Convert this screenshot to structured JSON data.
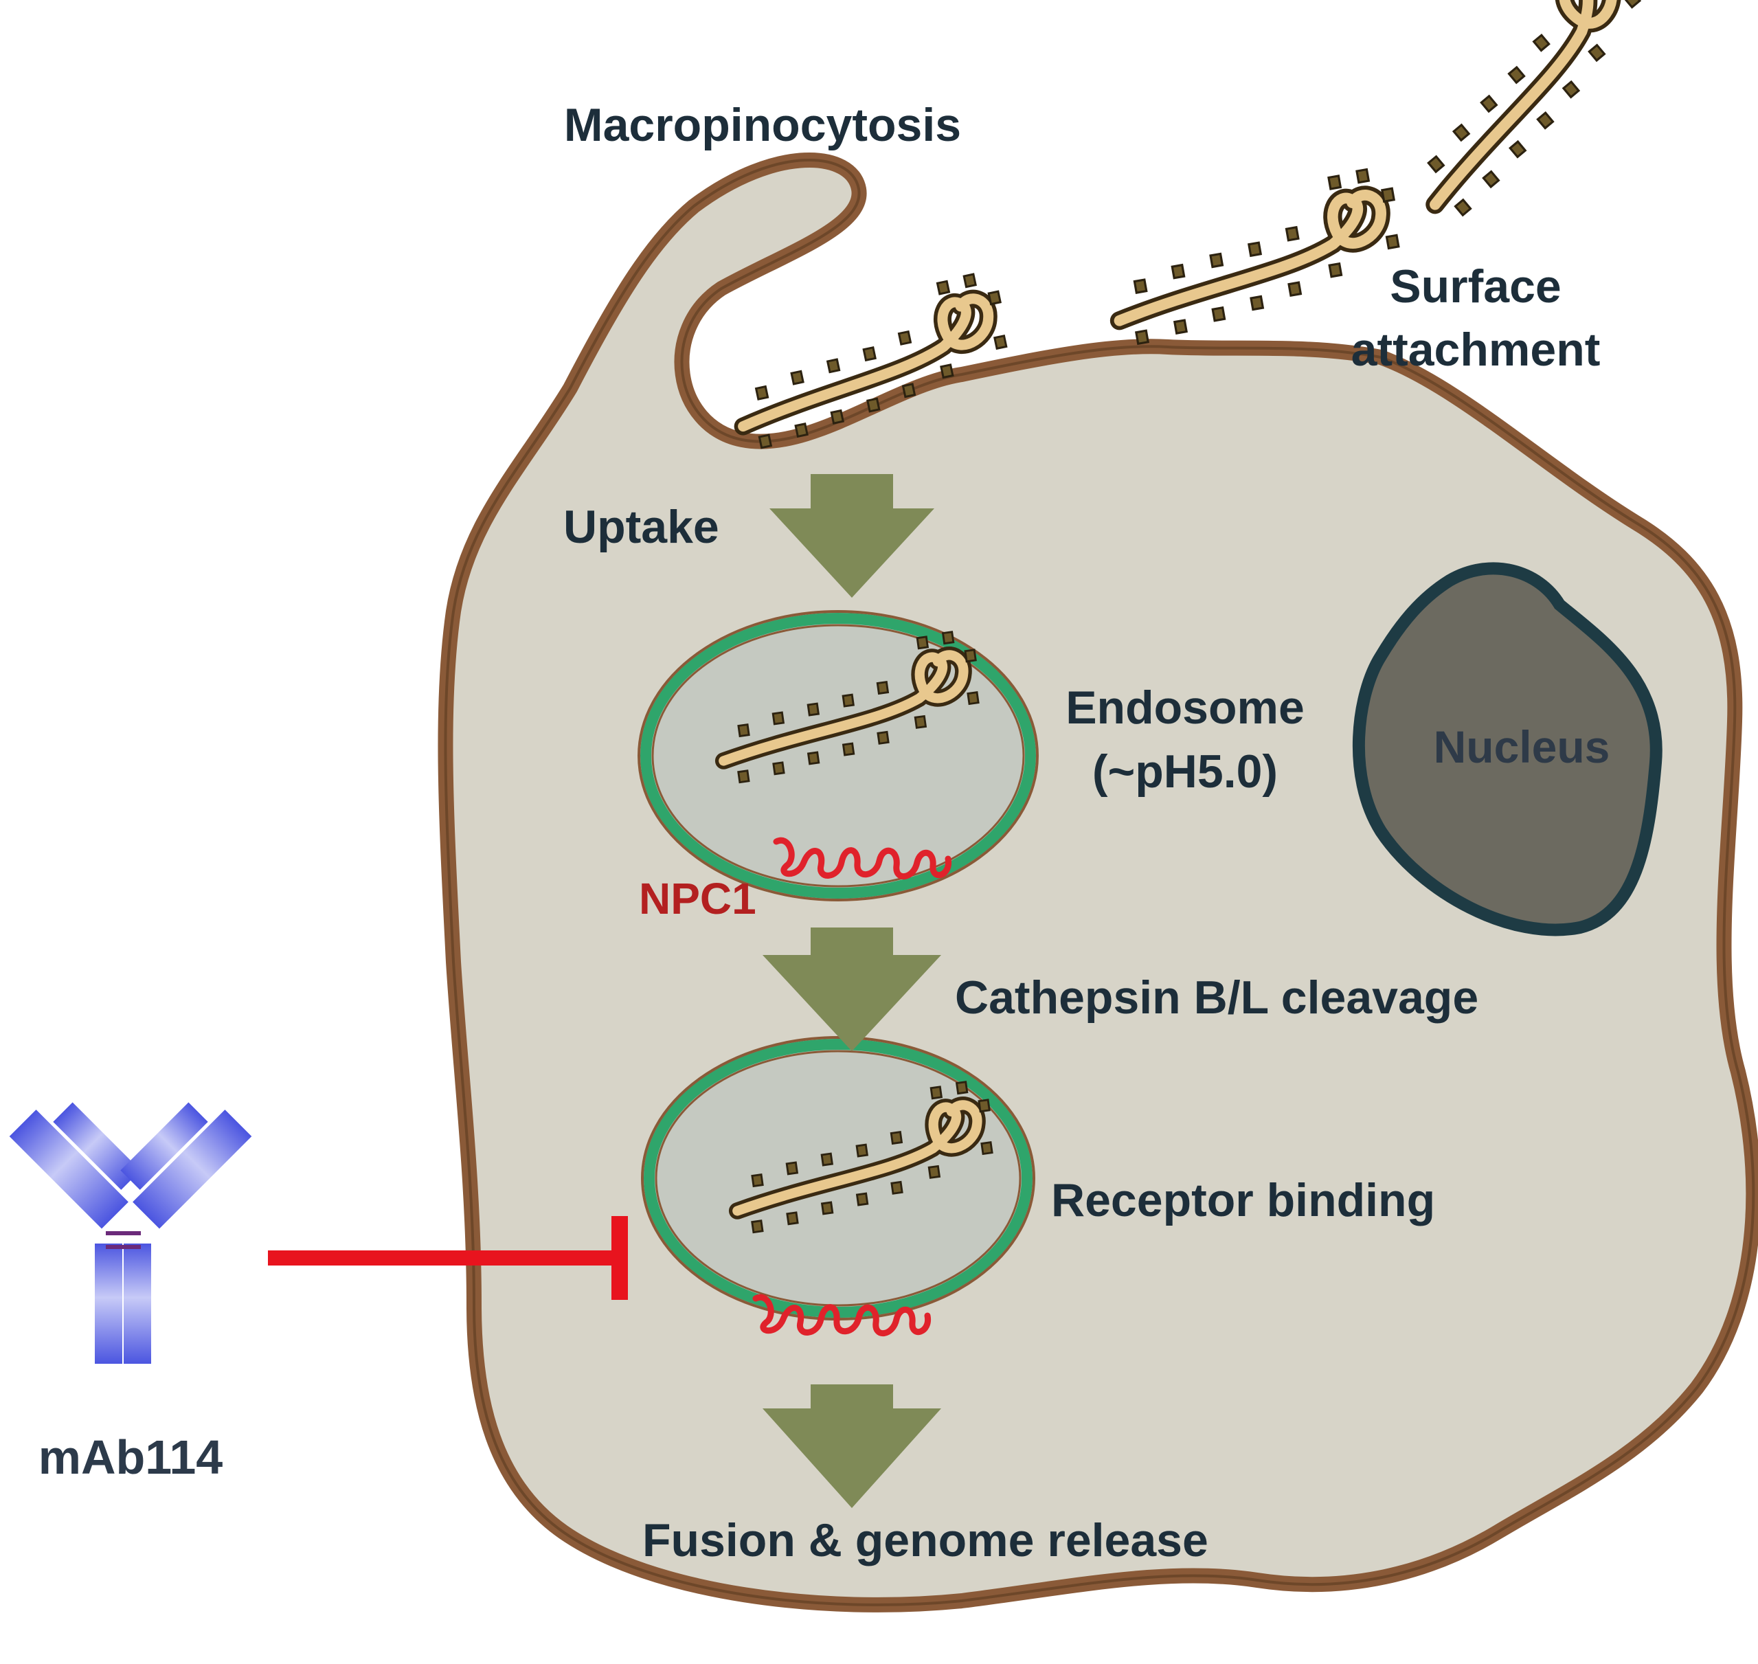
{
  "labels": {
    "macropinocytosis": "Macropinocytosis",
    "surface_line1": "Surface",
    "surface_line2": "attachment",
    "uptake": "Uptake",
    "endosome_line1": "Endosome",
    "endosome_line2": "(~pH5.0)",
    "nucleus": "Nucleus",
    "npc1": "NPC1",
    "cathepsin": "Cathepsin B/L cleavage",
    "receptor_binding": "Receptor binding",
    "fusion": "Fusion & genome release",
    "antibody": "mAb114"
  },
  "colors": {
    "cell_fill": "#d7d4c8",
    "cell_membrane": "#8a5a38",
    "arrow": "#7f8a57",
    "endosome_ring": "#2fa56b",
    "endosome_fill": "#c5c9c1",
    "nucleus_fill": "#6c6a60",
    "nucleus_border": "#1e3b44",
    "npc1": "#e0222b",
    "virus_body": "#e8c88e",
    "virus_spike": "#6e5a2a",
    "antibody": "#4b55e0",
    "inhibitor_line": "#e8141e",
    "text": "#1d2e3a"
  },
  "icons": {
    "virus": "ebola-virion-icon",
    "antibody": "antibody-icon",
    "npc1": "npc1-receptor-icon"
  }
}
